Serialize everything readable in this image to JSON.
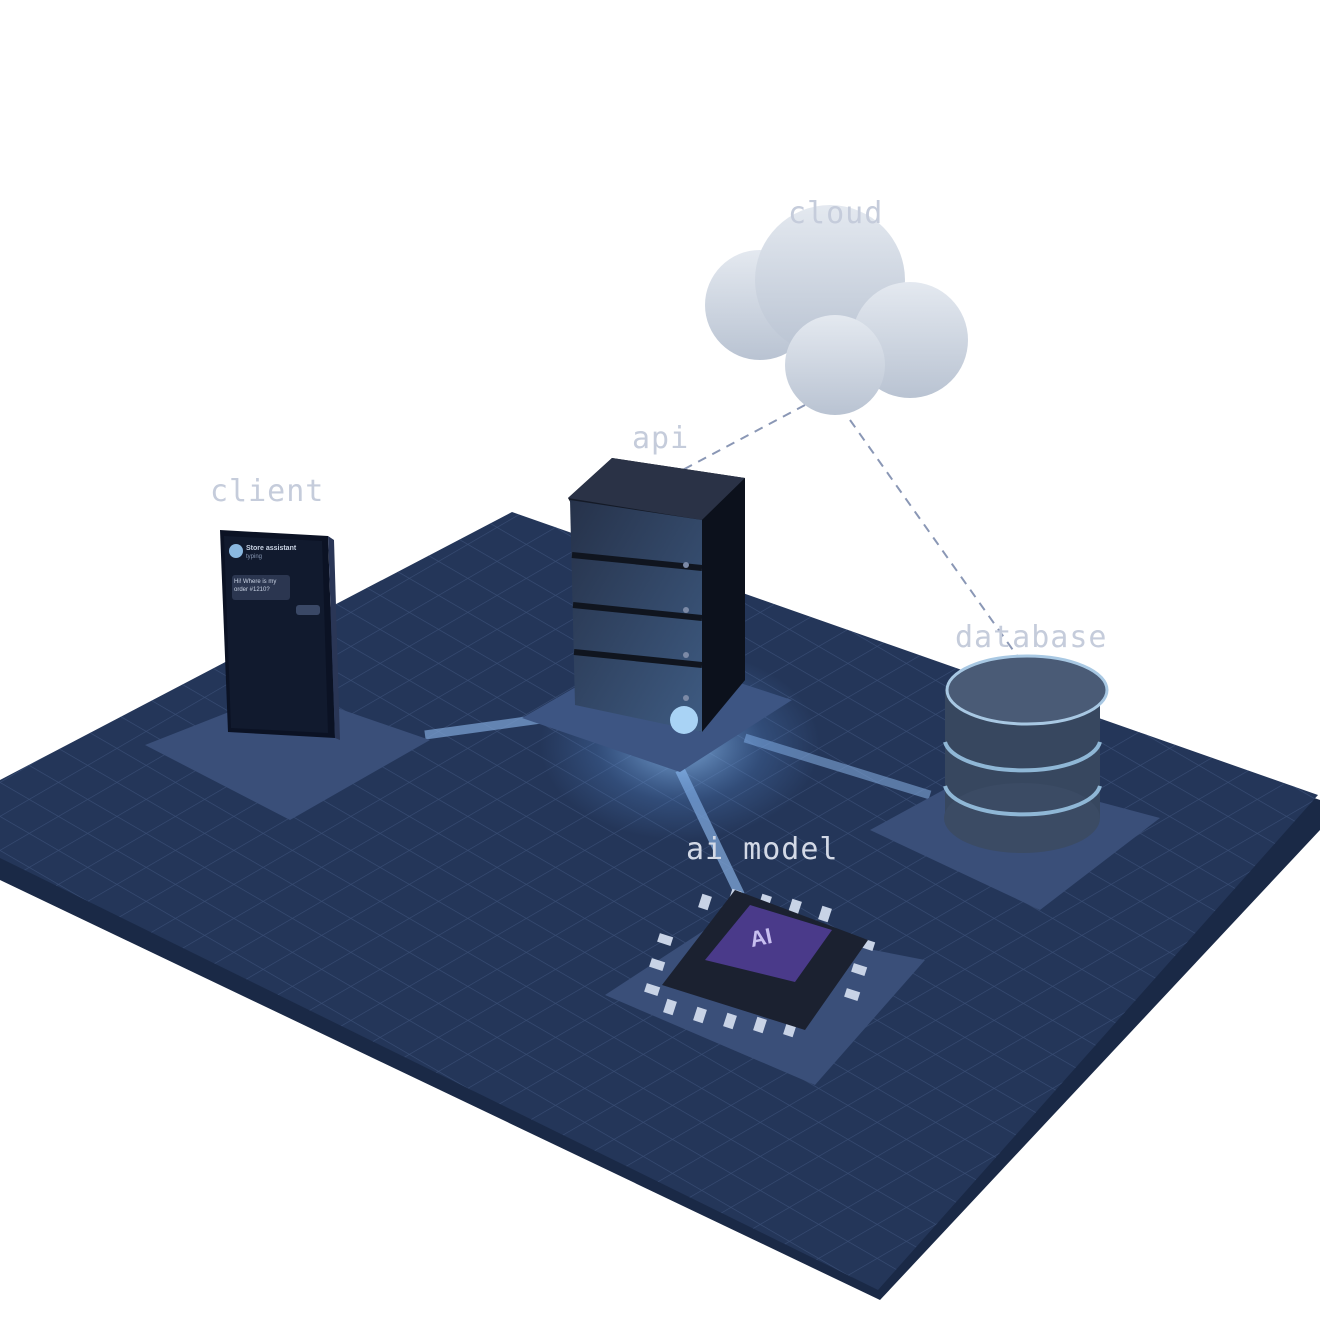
{
  "nodes": {
    "cloud": {
      "label": "cloud"
    },
    "api": {
      "label": "api"
    },
    "client": {
      "label": "client"
    },
    "database": {
      "label": "database"
    },
    "ai_model": {
      "label": "ai model",
      "chip_text": "AI"
    }
  },
  "client_screen": {
    "title": "Store assistant",
    "status": "typing",
    "message": "Hi! Where is my order #1210?"
  },
  "colors": {
    "platform": "#243659",
    "platform_edge": "#1b2a47",
    "pad": "#33466d",
    "link_glow": "#7fb2f0",
    "cloud": "#d7dde6",
    "server": "#1c2333",
    "database": "#3a4860",
    "chip_die": "#4a3a8a"
  }
}
